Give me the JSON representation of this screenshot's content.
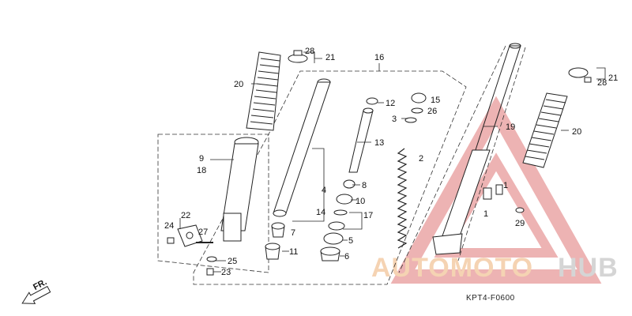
{
  "parts": {
    "p28a": "28",
    "p21a": "21",
    "p16": "16",
    "p20a": "20",
    "p12": "12",
    "p15": "15",
    "p26": "26",
    "p3": "3",
    "p13": "13",
    "p2": "2",
    "p9": "9",
    "p18": "18",
    "p4": "4",
    "p8": "8",
    "p10": "10",
    "p14": "14",
    "p17": "17",
    "p22": "22",
    "p24": "24",
    "p27": "27",
    "p7": "7",
    "p5": "5",
    "p11": "11",
    "p6": "6",
    "p25": "25",
    "p23": "23",
    "p19": "19",
    "p20b": "20",
    "p21b": "21",
    "p28b": "28",
    "p1a": "1",
    "p1b": "1",
    "p29": "29"
  },
  "direction_label": "FR.",
  "diagram_code": "KPT4-F0600",
  "watermark": {
    "part1": "AUTOMOTO",
    "part2": "HUB",
    "color_primary": "#f2c59a",
    "color_secondary": "#c8c8c8",
    "triangle_color": "#e89a9a"
  }
}
